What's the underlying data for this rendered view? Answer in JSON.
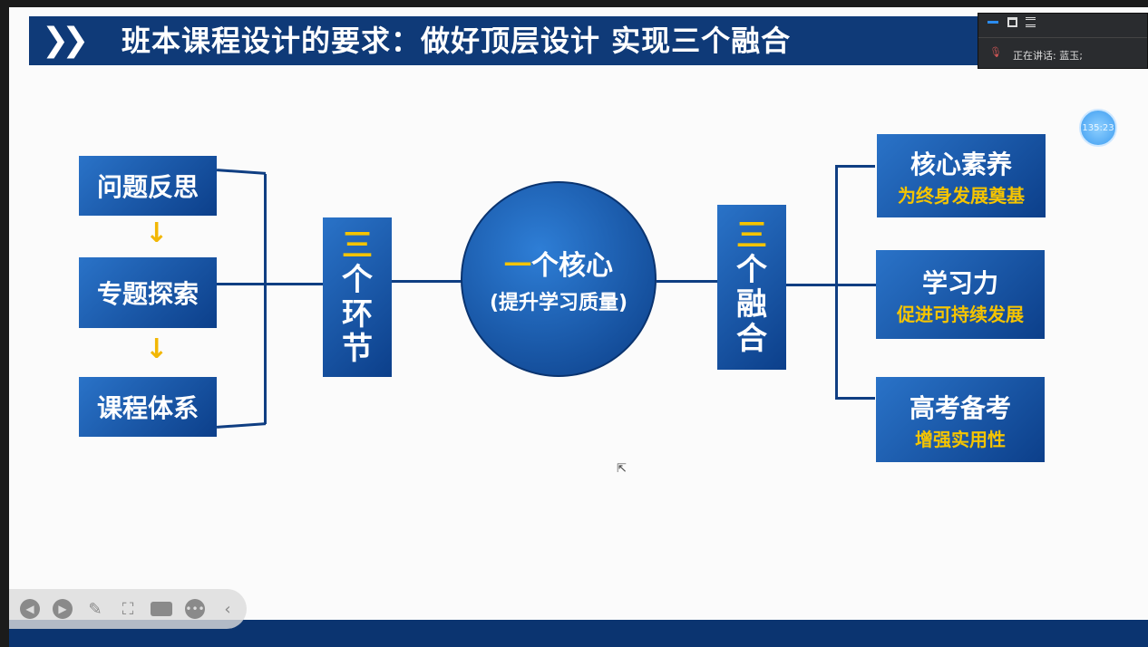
{
  "title": "班本课程设计的要求：做好顶层设计  实现三个融合",
  "left_steps": [
    "问题反思",
    "专题探索",
    "课程体系"
  ],
  "links_box": {
    "accent": "三",
    "rest": [
      "个",
      "环",
      "节"
    ]
  },
  "core": {
    "accent": "一",
    "title_rest": "个核心",
    "subtitle": "(提升学习质量)"
  },
  "fusion_box": {
    "accent": "三",
    "rest": [
      "个",
      "融",
      "合"
    ]
  },
  "right_items": [
    {
      "title": "核心素养",
      "subtitle": "为终身发展奠基"
    },
    {
      "title": "学习力",
      "subtitle": "促进可持续发展"
    },
    {
      "title": "高考备考",
      "subtitle": "增强实用性"
    }
  ],
  "meeting": {
    "speaking_label": "正在讲话:",
    "speaker": "蓝玉;"
  },
  "timer": "135:23",
  "colors": {
    "navy": "#0f3a78",
    "accent_yellow": "#f5c400"
  }
}
